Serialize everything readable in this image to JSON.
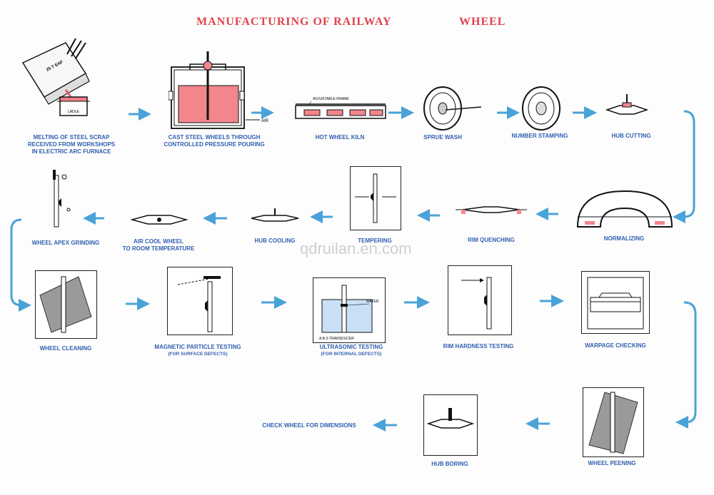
{
  "title": {
    "left": "MANUFACTURING OF RAILWAY",
    "right": "WHEEL"
  },
  "watermark": "qdruilan.en.com",
  "steps": {
    "melting": {
      "lines": [
        "MELTING OF STEEL SCRAP",
        "RECEIVED FROM WORKSHOPS",
        "IN ELECTRIC ARC FURNACE"
      ]
    },
    "casting": {
      "lines": [
        "CAST STEEL WHEELS THROUGH",
        "CONTROLLED PRESSURE POURING"
      ]
    },
    "kiln": {
      "lines": [
        "HOT WHEEL KILN"
      ]
    },
    "sprue": {
      "lines": [
        "SPRUE WASH"
      ]
    },
    "stamping": {
      "lines": [
        "NUMBER STAMPING"
      ]
    },
    "hubcut": {
      "lines": [
        "HUB CUTTING"
      ]
    },
    "normal": {
      "lines": [
        "NORMALIZING"
      ]
    },
    "rimq": {
      "lines": [
        "RIM QUENCHING"
      ]
    },
    "temper": {
      "lines": [
        "TEMPERING"
      ]
    },
    "hubcool": {
      "lines": [
        "HUB COOLING"
      ]
    },
    "aircool": {
      "lines": [
        "AIR COOL WHEEL",
        "TO ROOM TEMPERATURE"
      ]
    },
    "apex": {
      "lines": [
        "WHEEL APEX GRINDING"
      ]
    },
    "clean": {
      "lines": [
        "WHEEL CLEANING"
      ]
    },
    "magnet": {
      "lines": [
        "MAGNETIC PARTICLE TESTING"
      ],
      "sub": "(FOR SURFACE DEFECTS)"
    },
    "ultra": {
      "lines": [
        "ULTRASONIC TESTING"
      ],
      "sub": "(FOR INTERNAL DEFECTS)"
    },
    "hardness": {
      "lines": [
        "RIM HARDNESS TESTING"
      ]
    },
    "warpage": {
      "lines": [
        "WARPAGE CHECKING"
      ]
    },
    "peening": {
      "lines": [
        "WHEEL PEENING"
      ]
    },
    "boring": {
      "lines": [
        "HUB BORING"
      ]
    },
    "check": {
      "lines": [
        "CHECK WHEEL FOR DIMENSIONS"
      ]
    }
  },
  "annotations": {
    "furnace_label": "LADLE",
    "furnace_tag": "25 T EAF",
    "kiln_frame": "ADJUSTABLE FRAME",
    "air": "AIR",
    "water": "WATER",
    "transducer": "A.B.S TRANSDUCER"
  },
  "colors": {
    "title": "#e0414d",
    "label": "#2f5fb0",
    "arrow": "#4aa3d8",
    "heat": "#f07f86"
  }
}
